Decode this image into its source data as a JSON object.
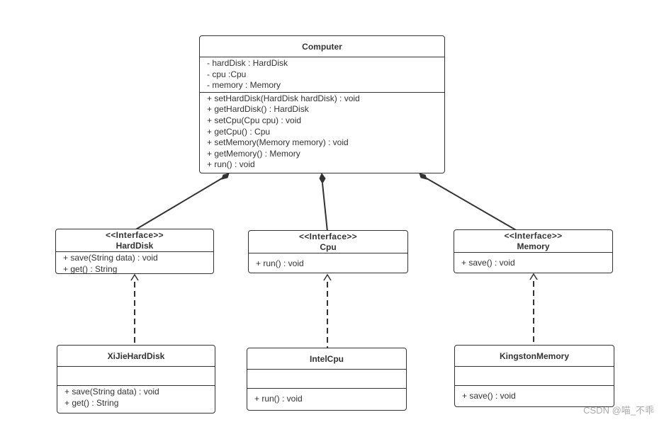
{
  "classes": {
    "computer": {
      "name": "Computer",
      "attributes": [
        "- hardDisk : HardDisk",
        "- cpu :Cpu",
        "- memory : Memory"
      ],
      "operations": [
        "+ setHardDisk(HardDisk hardDisk) : void",
        "+ getHardDisk() : HardDisk",
        "+ setCpu(Cpu cpu) : void",
        "+ getCpu() : Cpu",
        "+ setMemory(Memory memory) : void",
        "+ getMemory() : Memory",
        "+ run() : void"
      ]
    },
    "harddisk": {
      "stereotype": "<<Interface>>",
      "name": "HardDisk",
      "operations": [
        "+ save(String data) : void",
        "+ get() : String"
      ]
    },
    "cpu": {
      "stereotype": "<<Interface>>",
      "name": "Cpu",
      "operations": [
        "+ run() : void"
      ]
    },
    "memory": {
      "stereotype": "<<Interface>>",
      "name": "Memory",
      "operations": [
        "+ save() : void"
      ]
    },
    "xijieharddisk": {
      "name": "XiJieHardDisk",
      "operations": [
        "+ save(String data) : void",
        "+ get() : String"
      ]
    },
    "intelcpu": {
      "name": "IntelCpu",
      "operations": [
        "+ run() : void"
      ]
    },
    "kingstonmemory": {
      "name": "KingstonMemory",
      "operations": [
        "+ save() : void"
      ]
    }
  },
  "relations": [
    {
      "type": "composition",
      "from": "Computer",
      "to": "HardDisk"
    },
    {
      "type": "composition",
      "from": "Computer",
      "to": "Cpu"
    },
    {
      "type": "composition",
      "from": "Computer",
      "to": "Memory"
    },
    {
      "type": "realization",
      "from": "XiJieHardDisk",
      "to": "HardDisk"
    },
    {
      "type": "realization",
      "from": "IntelCpu",
      "to": "Cpu"
    },
    {
      "type": "realization",
      "from": "KingstonMemory",
      "to": "Memory"
    }
  ],
  "watermark": "CSDN @喵_不乖",
  "colors": {
    "stroke": "#333333",
    "background": "#ffffff",
    "watermark": "#aaaaaa"
  }
}
